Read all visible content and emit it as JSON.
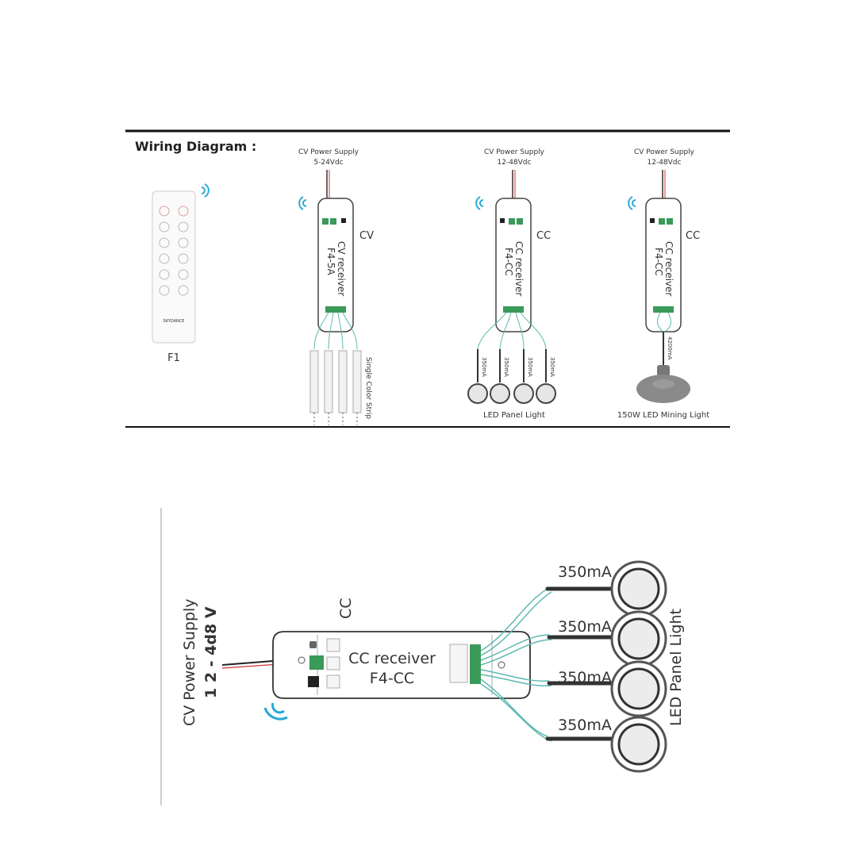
{
  "top_panel": {
    "title": "Wiring Diagram :",
    "remote": {
      "label": "F1",
      "brand": "SKYDANCE"
    },
    "cv_receiver": {
      "supply_line1": "CV Power Supply",
      "supply_line2": "5-24Vdc",
      "tag": "CV",
      "name_line1": "CV receiver",
      "name_line2": "F4-5A",
      "load_label": "Single Color Strip"
    },
    "cc_receiver_panels": {
      "supply_line1": "CV Power Supply",
      "supply_line2": "12-48Vdc",
      "tag": "CC",
      "name_line1": "CC receiver",
      "name_line2": "F4-CC",
      "currents": [
        "350mA",
        "350mA",
        "350mA",
        "350mA"
      ],
      "load_label": "LED Panel Light"
    },
    "cc_receiver_mining": {
      "supply_line1": "CV Power Supply",
      "supply_line2": "12-48Vdc",
      "tag": "CC",
      "name_line1": "CC receiver",
      "name_line2": "F4-CC",
      "current": "4200mA",
      "load_label": "150W LED Mining Light"
    }
  },
  "bottom_panel": {
    "supply_line1": "CV Power Supply",
    "supply_line2": "1 2 -  4d8 V",
    "tag": "CC",
    "name_line1": "CC receiver",
    "name_line2": "F4-CC",
    "currents": [
      "350mA",
      "350mA",
      "350mA",
      "350mA"
    ],
    "load_label": "LED Panel Light"
  },
  "colors": {
    "wifi": "#29a9d6",
    "wire": "#5fb8b0",
    "terminal": "#3a9a5a",
    "line": "#222222"
  }
}
